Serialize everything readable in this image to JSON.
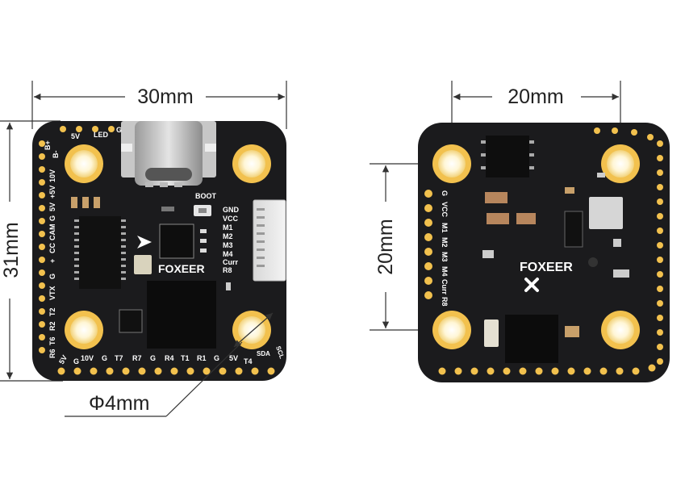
{
  "dimensions": {
    "left_width": "30mm",
    "left_height": "31mm",
    "hole_diameter": "Φ4mm",
    "right_width": "20mm",
    "right_height": "20mm"
  },
  "left_board": {
    "brand": "FOXEER",
    "boot_label": "BOOT",
    "top_labels": [
      "B+",
      "B-",
      "5V",
      "LED",
      "G"
    ],
    "left_labels": [
      "10V",
      "+5V",
      "5V",
      "G",
      "CAM",
      "CC",
      "+",
      "G",
      "VTX",
      "T2",
      "R2",
      "T6",
      "R6",
      "5V"
    ],
    "bottom_labels": [
      "G",
      "10V",
      "G",
      "T7",
      "R7",
      "G",
      "R4",
      "T1",
      "R1",
      "G",
      "5V",
      "T4",
      "SDA",
      "SCL"
    ],
    "connector_labels": [
      "GND",
      "VCC",
      "M1",
      "M2",
      "M3",
      "M4",
      "Curr",
      "R8"
    ]
  },
  "right_board": {
    "brand": "FOXEER",
    "side_labels": [
      "G",
      "VCC",
      "M1",
      "M2",
      "M3",
      "M4",
      "Curr",
      "R8"
    ]
  },
  "colors": {
    "pcb": "#1b1b1d",
    "pad_gold": "#f2c14e",
    "hole_inner": "#fff4c8",
    "dim_line": "#333333"
  }
}
